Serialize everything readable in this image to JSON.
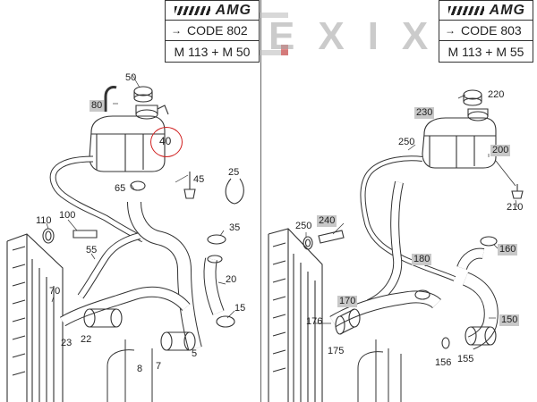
{
  "left_header": {
    "brand": "AMG",
    "code": "CODE 802",
    "engine": "M 113 + M 50"
  },
  "right_header": {
    "brand": "AMG",
    "code": "CODE 803",
    "engine": "M 113 + M 55"
  },
  "watermark": {
    "text": "EXIX"
  },
  "colors": {
    "line": "#333333",
    "highlight": "#c8c8c8",
    "mark": "#d02020"
  },
  "left_labels": [
    {
      "id": "50",
      "text": "50",
      "hl": false
    },
    {
      "id": "80",
      "text": "80",
      "hl": true
    },
    {
      "id": "40",
      "text": "40",
      "hl": false
    },
    {
      "id": "45",
      "text": "45",
      "hl": false
    },
    {
      "id": "65",
      "text": "65",
      "hl": false
    },
    {
      "id": "25",
      "text": "25",
      "hl": false
    },
    {
      "id": "110",
      "text": "110",
      "hl": false
    },
    {
      "id": "100",
      "text": "100",
      "hl": false
    },
    {
      "id": "35",
      "text": "35",
      "hl": false
    },
    {
      "id": "55",
      "text": "55",
      "hl": false
    },
    {
      "id": "20",
      "text": "20",
      "hl": false
    },
    {
      "id": "70",
      "text": "70",
      "hl": false
    },
    {
      "id": "15",
      "text": "15",
      "hl": false
    },
    {
      "id": "23",
      "text": "23",
      "hl": false
    },
    {
      "id": "22",
      "text": "22",
      "hl": false
    },
    {
      "id": "5",
      "text": "5",
      "hl": false
    },
    {
      "id": "8",
      "text": "8",
      "hl": false
    },
    {
      "id": "7",
      "text": "7",
      "hl": false
    }
  ],
  "right_labels": [
    {
      "id": "220",
      "text": "220",
      "hl": false
    },
    {
      "id": "230",
      "text": "230",
      "hl": true
    },
    {
      "id": "250a",
      "text": "250",
      "hl": false
    },
    {
      "id": "200",
      "text": "200",
      "hl": true
    },
    {
      "id": "210",
      "text": "210",
      "hl": false
    },
    {
      "id": "250b",
      "text": "250",
      "hl": false
    },
    {
      "id": "240",
      "text": "240",
      "hl": true
    },
    {
      "id": "160",
      "text": "160",
      "hl": true
    },
    {
      "id": "180",
      "text": "180",
      "hl": true
    },
    {
      "id": "170",
      "text": "170",
      "hl": true
    },
    {
      "id": "150",
      "text": "150",
      "hl": true
    },
    {
      "id": "176",
      "text": "176",
      "hl": false
    },
    {
      "id": "175",
      "text": "175",
      "hl": false
    },
    {
      "id": "156",
      "text": "156",
      "hl": false
    },
    {
      "id": "155",
      "text": "155",
      "hl": false
    }
  ]
}
